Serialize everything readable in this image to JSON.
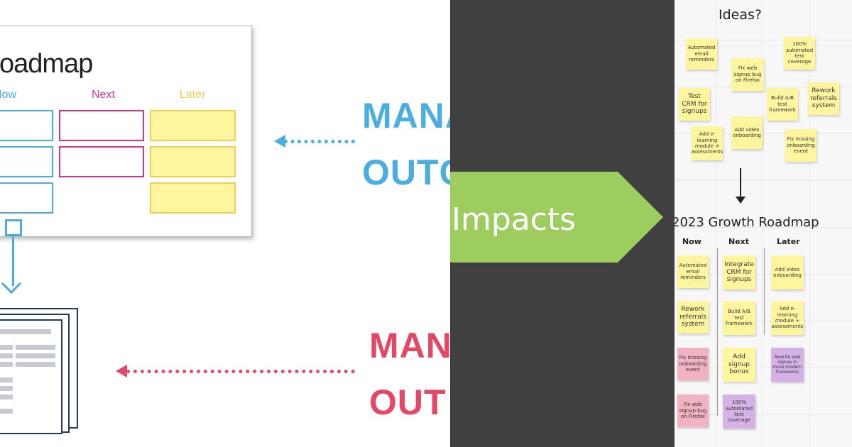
{
  "left": {
    "roadmap_title": "oadmap",
    "columns": {
      "now": "Now",
      "next": "Next",
      "later": "Later"
    },
    "word_top": "MANA",
    "word_top2": "OUTC",
    "word_bottom": "MAN",
    "word_bottom2": "OUT",
    "colors": {
      "blue": "#4aaee0",
      "magenta": "#d1379a",
      "yellow": "#f2cf4e",
      "red": "#e34866",
      "navy": "#233a5c"
    }
  },
  "middle": {
    "label": "Impacts",
    "colors": {
      "background": "#404040",
      "arrow": "#9dcc5f"
    }
  },
  "right": {
    "ideas_title": "Ideas?",
    "ideas": [
      {
        "text": "Automated email reminders",
        "color": "yellow"
      },
      {
        "text": "Fix web signup bug on Firefox",
        "color": "yellow"
      },
      {
        "text": "100% automated test coverage",
        "color": "yellow"
      },
      {
        "text": "Test CRM for signups",
        "color": "yellow"
      },
      {
        "text": "Build A/B test framework",
        "color": "yellow"
      },
      {
        "text": "Rework referrals system",
        "color": "yellow"
      },
      {
        "text": "Add e-learning module + assessments",
        "color": "yellow"
      },
      {
        "text": "Add video onboarding",
        "color": "yellow"
      },
      {
        "text": "Fix missing onboarding event",
        "color": "yellow"
      }
    ],
    "roadmap_title": "2023 Growth Roadmap",
    "columns": [
      "Now",
      "Next",
      "Later"
    ],
    "now": [
      {
        "text": "Automated email reminders",
        "color": "yellow"
      },
      {
        "text": "Rework referrals system",
        "color": "yellow"
      },
      {
        "text": "Fix missing onboarding event",
        "color": "pink"
      },
      {
        "text": "Fix web signup bug on Firefox",
        "color": "pink"
      }
    ],
    "next": [
      {
        "text": "Integrate CRM for signups",
        "color": "yellow"
      },
      {
        "text": "Build A/B test framework",
        "color": "yellow"
      },
      {
        "text": "Add signup bonus",
        "color": "yellow"
      },
      {
        "text": "100% automated test coverage",
        "color": "purple"
      }
    ],
    "later": [
      {
        "text": "Add video onboarding",
        "color": "yellow"
      },
      {
        "text": "Add e-learning module + assessments",
        "color": "yellow"
      },
      {
        "text": "Rewrite web signup in more modern framework",
        "color": "purple"
      }
    ],
    "colors": {
      "yellow": "#fff59e",
      "pink": "#f1b3c2",
      "purple": "#d5b2e6"
    }
  }
}
